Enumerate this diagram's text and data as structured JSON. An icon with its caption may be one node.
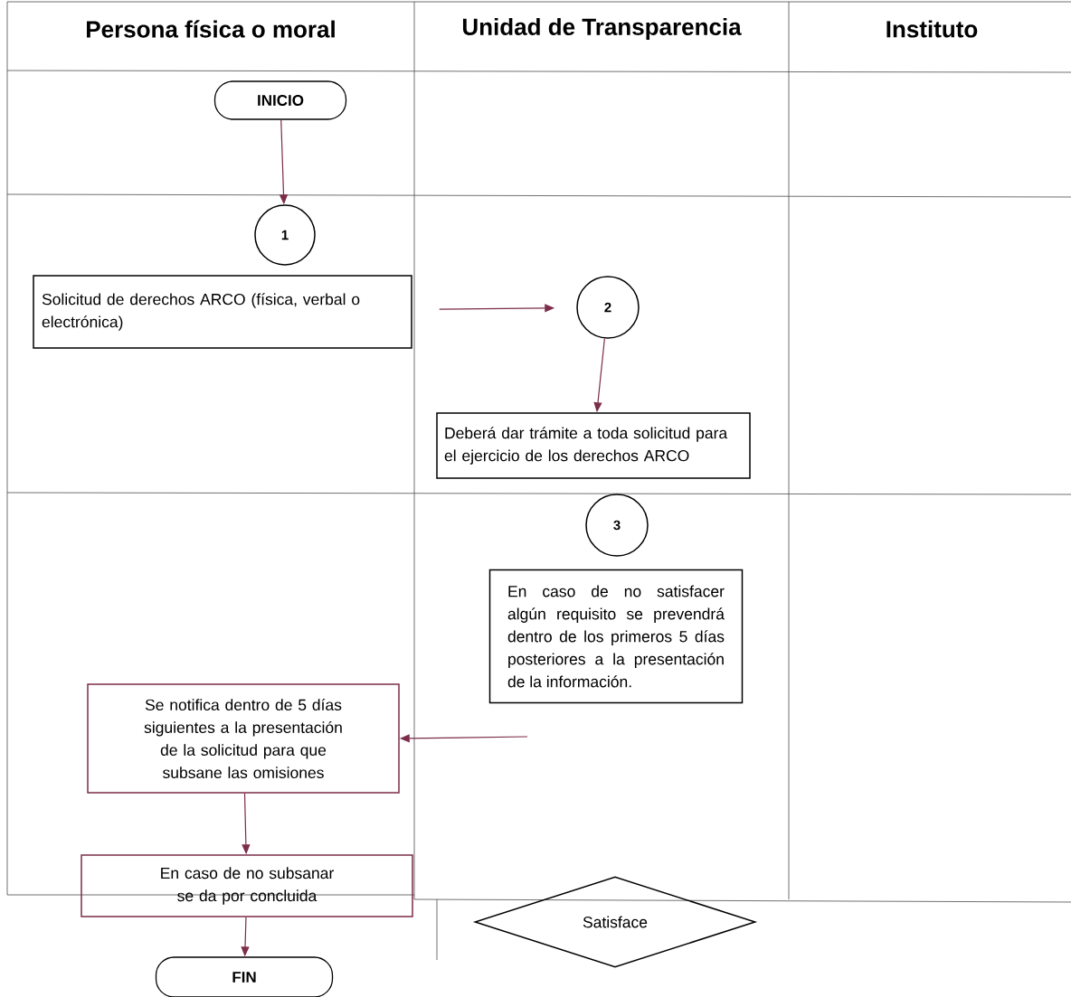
{
  "diagram": {
    "nodes": [
      {
        "text": [
          "INICIO"
        ]
      },
      {
        "text": [
          "1"
        ]
      },
      {
        "text": [
          "Solicitud de derechos ARCO (física, verbal o electrónica)"
        ]
      },
      {
        "text": [
          "2"
        ]
      },
      {
        "text": [
          "Deberá dar trámite a toda solicitud para el ejercicio de los derechos ARCO"
        ]
      },
      {
        "text": [
          "3"
        ]
      },
      {
        "text": [
          "En caso de no satisfacer algún requisito se prevendrá dentro de los primeros 5 días posteriores a la presentación de la información."
        ]
      },
      {
        "text": [
          "Se notifica dentro de 5 días siguientes a la presentación de la solicitud para que subsane las omisiones"
        ]
      },
      {
        "text": [
          "En caso de no subsanar se da por concluida"
        ]
      },
      {
        "text": [
          "FIN"
        ]
      },
      {
        "text": [
          "Satisface"
        ]
      }
    ],
    "edges": [
      {
        "from": 0,
        "to": 1,
        "arrow": "to"
      },
      {
        "from": 2,
        "to": 3,
        "arrow": "to"
      },
      {
        "from": 3,
        "to": 4,
        "arrow": "to"
      },
      {
        "from": null,
        "to": 7,
        "arrow": "to"
      },
      {
        "from": 7,
        "to": 8,
        "arrow": "to"
      },
      {
        "from": 8,
        "to": 9,
        "arrow": "to"
      }
    ],
    "labels": [
      "Persona física o moral",
      "Unidad de Transparencia",
      "Instituto"
    ]
  }
}
